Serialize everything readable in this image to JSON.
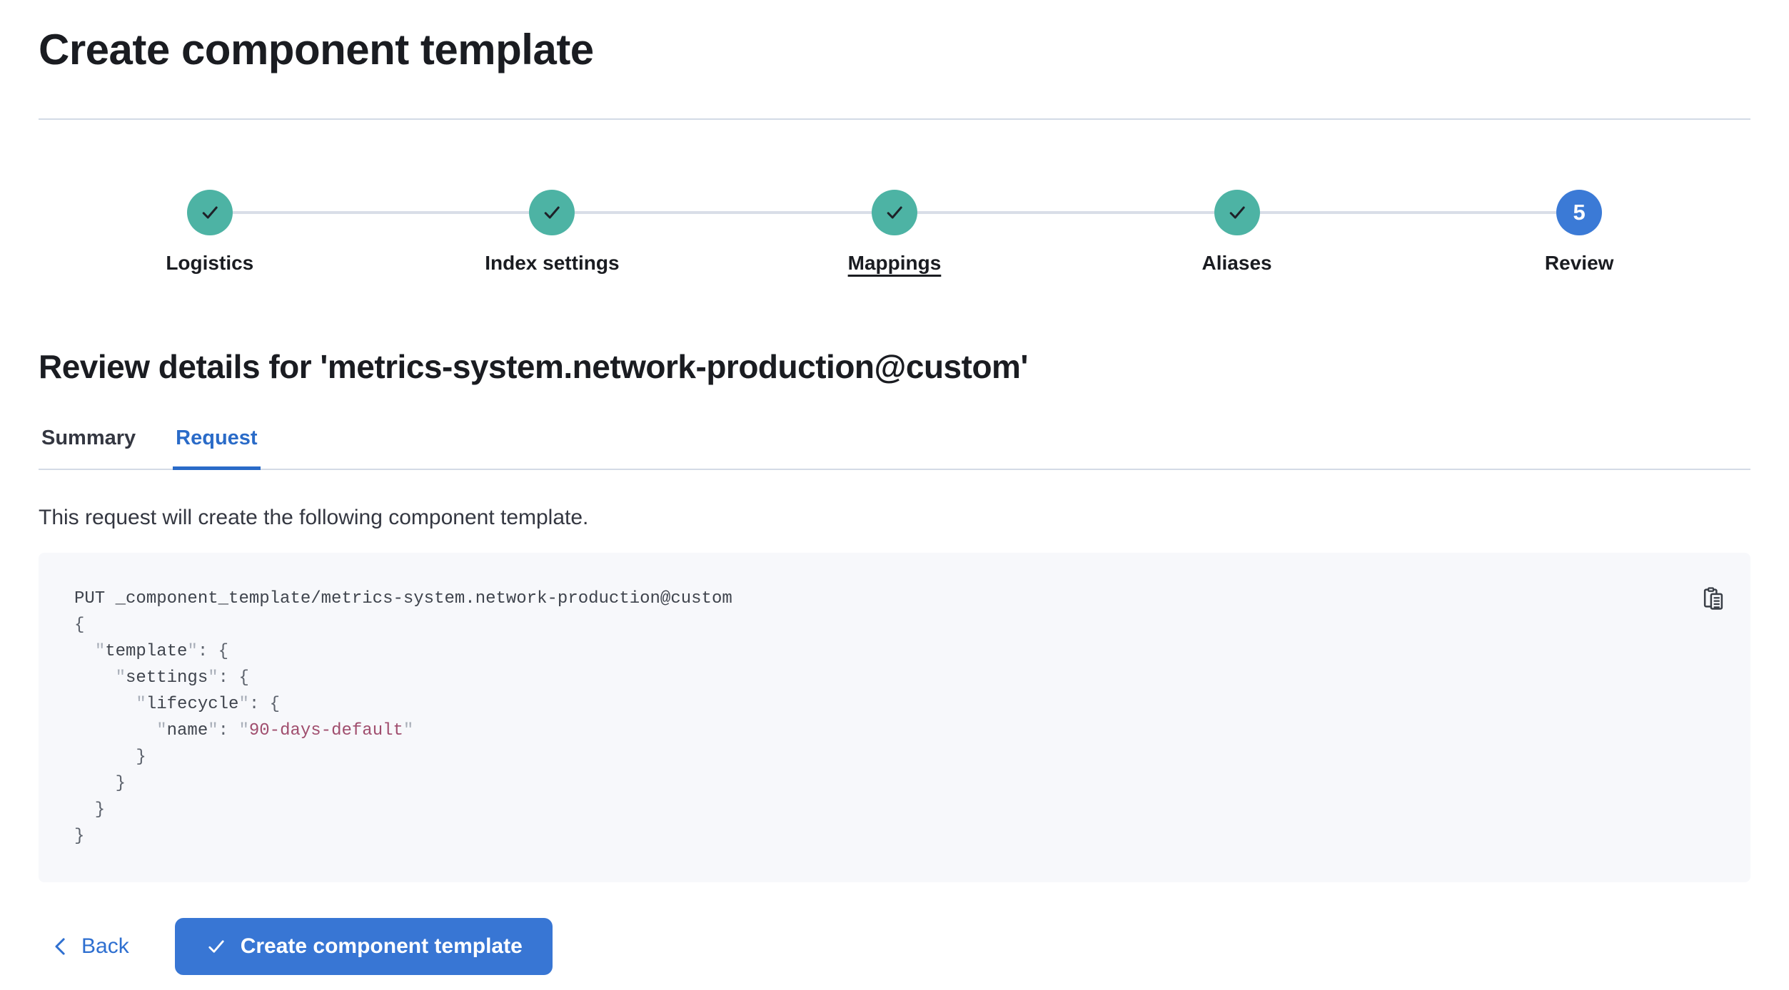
{
  "page": {
    "title": "Create component template"
  },
  "stepper": {
    "steps": [
      {
        "label": "Logistics",
        "status": "complete",
        "icon": "check-icon"
      },
      {
        "label": "Index settings",
        "status": "complete",
        "icon": "check-icon"
      },
      {
        "label": "Mappings",
        "status": "complete",
        "icon": "check-icon",
        "underlined": true
      },
      {
        "label": "Aliases",
        "status": "complete",
        "icon": "check-icon"
      },
      {
        "label": "Review",
        "status": "current",
        "number": "5"
      }
    ]
  },
  "review": {
    "heading": "Review details for 'metrics-system.network-production@custom'",
    "tabs": [
      {
        "label": "Summary",
        "active": false
      },
      {
        "label": "Request",
        "active": true
      }
    ],
    "description": "This request will create the following component template."
  },
  "code_block": {
    "copy_icon": "copy-clipboard-icon",
    "lines": [
      {
        "segments": [
          {
            "t": "PUT _component_template/metrics-system.network-production@custom",
            "c": "plain"
          }
        ]
      },
      {
        "segments": [
          {
            "t": "{",
            "c": "punct"
          }
        ]
      },
      {
        "segments": [
          {
            "t": "  ",
            "c": "plain"
          },
          {
            "t": "\"",
            "c": "quote"
          },
          {
            "t": "template",
            "c": "key"
          },
          {
            "t": "\"",
            "c": "quote"
          },
          {
            "t": ": {",
            "c": "punct"
          }
        ]
      },
      {
        "segments": [
          {
            "t": "    ",
            "c": "plain"
          },
          {
            "t": "\"",
            "c": "quote"
          },
          {
            "t": "settings",
            "c": "key"
          },
          {
            "t": "\"",
            "c": "quote"
          },
          {
            "t": ": {",
            "c": "punct"
          }
        ]
      },
      {
        "segments": [
          {
            "t": "      ",
            "c": "plain"
          },
          {
            "t": "\"",
            "c": "quote"
          },
          {
            "t": "lifecycle",
            "c": "key"
          },
          {
            "t": "\"",
            "c": "quote"
          },
          {
            "t": ": {",
            "c": "punct"
          }
        ]
      },
      {
        "segments": [
          {
            "t": "        ",
            "c": "plain"
          },
          {
            "t": "\"",
            "c": "quote"
          },
          {
            "t": "name",
            "c": "key"
          },
          {
            "t": "\"",
            "c": "quote"
          },
          {
            "t": ": ",
            "c": "punct"
          },
          {
            "t": "\"",
            "c": "quote"
          },
          {
            "t": "90-days-default",
            "c": "string"
          },
          {
            "t": "\"",
            "c": "quote"
          }
        ]
      },
      {
        "segments": [
          {
            "t": "      }",
            "c": "punct"
          }
        ]
      },
      {
        "segments": [
          {
            "t": "    }",
            "c": "punct"
          }
        ]
      },
      {
        "segments": [
          {
            "t": "  }",
            "c": "punct"
          }
        ]
      },
      {
        "segments": [
          {
            "t": "}",
            "c": "punct"
          }
        ]
      }
    ]
  },
  "footer": {
    "back_label": "Back",
    "create_button_label": "Create component template"
  },
  "colors": {
    "step_complete_teal": "#4db3a4",
    "step_current_blue": "#3b7ad6",
    "primary_button_blue": "#3876d4",
    "link_blue": "#2e6fd0",
    "tab_active_blue": "#2a6bc8",
    "heading_text": "#1a1c21",
    "body_text": "#343741",
    "divider": "#d3dae6",
    "connector": "#d9dee8",
    "code_background": "#f7f8fb",
    "code_plain": "#3f444d",
    "code_punct": "#5c626c",
    "code_quote": "#a9afb9",
    "code_string": "#a04e6e"
  }
}
